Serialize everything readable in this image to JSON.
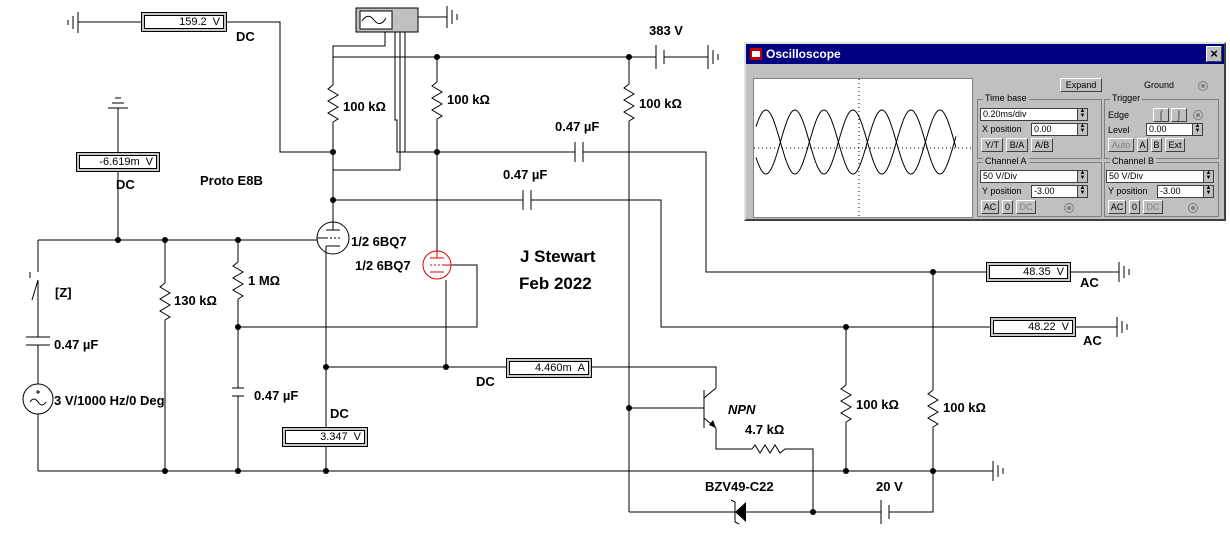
{
  "circuit": {
    "title_name": "J Stewart",
    "title_date": "Feb 2022",
    "proto_label": "Proto E8B",
    "r_100k_1": "100 kΩ",
    "r_100k_2": "100 kΩ",
    "r_100k_3": "100 kΩ",
    "r_100k_4": "100 kΩ",
    "r_100k_5": "100 kΩ",
    "r_130k": "130 kΩ",
    "r_1m": "1 MΩ",
    "r_4k7": "4.7 kΩ",
    "c_047_1": "0.47 µF",
    "c_047_2": "0.47 µF",
    "c_047_3": "0.47 µF",
    "c_047_4": "0.47 µF",
    "tube1": "1/2 6BQ7",
    "tube2": "1/2 6BQ7",
    "supply_383": "383 V",
    "supply_20": "20 V",
    "source": "3 V/1000 Hz/0 Deg",
    "switch_key": "[Z]",
    "npn": "NPN",
    "zener": "BZV49-C22",
    "dc1": "DC",
    "dc2": "DC",
    "dc3": "DC",
    "dc4": "DC",
    "ac1": "AC",
    "ac2": "AC"
  },
  "meters": {
    "m_top": {
      "value": "159.2",
      "unit": "V"
    },
    "m_left": {
      "value": "-6.619m",
      "unit": "V"
    },
    "m_bottom": {
      "value": "3.347",
      "unit": "V"
    },
    "m_current": {
      "value": "4.460m",
      "unit": "A"
    },
    "m_ac1": {
      "value": "48.35",
      "unit": "V"
    },
    "m_ac2": {
      "value": "48.22",
      "unit": "V"
    }
  },
  "scope": {
    "title": "Oscilloscope",
    "close": "×",
    "expand": "Expand",
    "ground": "Ground",
    "timebase": {
      "title": "Time base",
      "value": "0.20ms/div",
      "xpos_label": "X position",
      "xpos_value": "0.00",
      "btn_yt": "Y/T",
      "btn_ba": "B/A",
      "btn_ab": "A/B"
    },
    "trigger": {
      "title": "Trigger",
      "edge_label": "Edge",
      "level_label": "Level",
      "level_value": "0.00",
      "btn_auto": "Auto",
      "btn_a": "A",
      "btn_b": "B",
      "btn_ext": "Ext"
    },
    "channel_a": {
      "title": "Channel A",
      "value": "50 V/Div",
      "ypos_label": "Y position",
      "ypos_value": "-3.00",
      "btn_ac": "AC",
      "btn_0": "0",
      "btn_dc": "DC"
    },
    "channel_b": {
      "title": "Channel B",
      "value": "50 V/Div",
      "ypos_label": "Y position",
      "ypos_value": "-3.00",
      "btn_ac": "AC",
      "btn_0": "0",
      "btn_dc": "DC"
    }
  }
}
